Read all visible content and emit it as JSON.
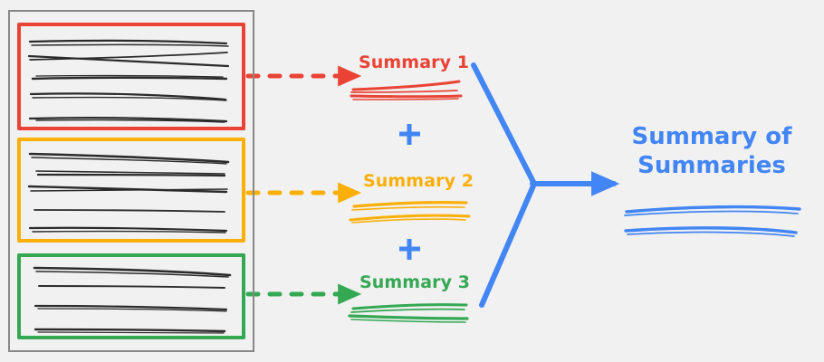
{
  "diagram": {
    "title_text_lines": [
      "Summary of",
      "Summaries"
    ],
    "document_group": {
      "name": "source-documents",
      "sections": [
        {
          "id": "red",
          "color": "#ea4335",
          "label": "Summary 1",
          "text_lines": 5
        },
        {
          "id": "yellow",
          "color": "#fbaf07",
          "label": "Summary 2",
          "text_lines": 5
        },
        {
          "id": "green",
          "color": "#34a853",
          "label": "Summary 3",
          "text_lines": 4
        }
      ]
    },
    "summaries": [
      {
        "label": "Summary 1",
        "color": "#ea4335"
      },
      {
        "label": "Summary 2",
        "color": "#fbaf07"
      },
      {
        "label": "Summary 3",
        "color": "#34a853"
      }
    ],
    "operators": [
      {
        "symbol": "+",
        "color": "#4285f4"
      },
      {
        "symbol": "+",
        "color": "#4285f4"
      }
    ],
    "final": {
      "line1": "Summary of",
      "line2": "Summaries",
      "color": "#4285f4"
    },
    "colors": {
      "background": "#f1f1f1",
      "outline_gray": "#888888",
      "ink_black": "#2b2b2b",
      "red": "#ea4335",
      "yellow": "#fbaf07",
      "green": "#34a853",
      "blue": "#4285f4"
    }
  }
}
